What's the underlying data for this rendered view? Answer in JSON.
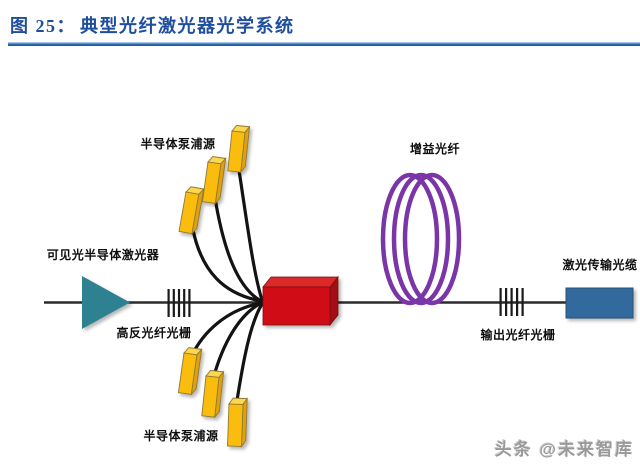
{
  "figure": {
    "label": "图 25：",
    "title": "典型光纤激光器光学系统"
  },
  "diagram": {
    "labels": {
      "pump_source_top": "半导体泵浦源",
      "pump_source_bottom": "半导体泵浦源",
      "visible_laser": "可见光半导体激光器",
      "hr_fiber_grating": "高反光纤光栅",
      "gain_fiber": "增益光纤",
      "output_fiber_grating": "输出光纤光栅",
      "delivery_cable": "激光传输光缆"
    },
    "colors": {
      "title_blue": "#1F4E9F",
      "rule_blue": "#2A6CB0",
      "laser_teal": "#2F8191",
      "pump_yellow": "#FBBD0F",
      "combiner_red": "#D01119",
      "gain_purple": "#7A35A8",
      "cable_blue": "#336B9D",
      "fiber_black": "#131313"
    }
  },
  "watermark": "头条 @未来智库"
}
